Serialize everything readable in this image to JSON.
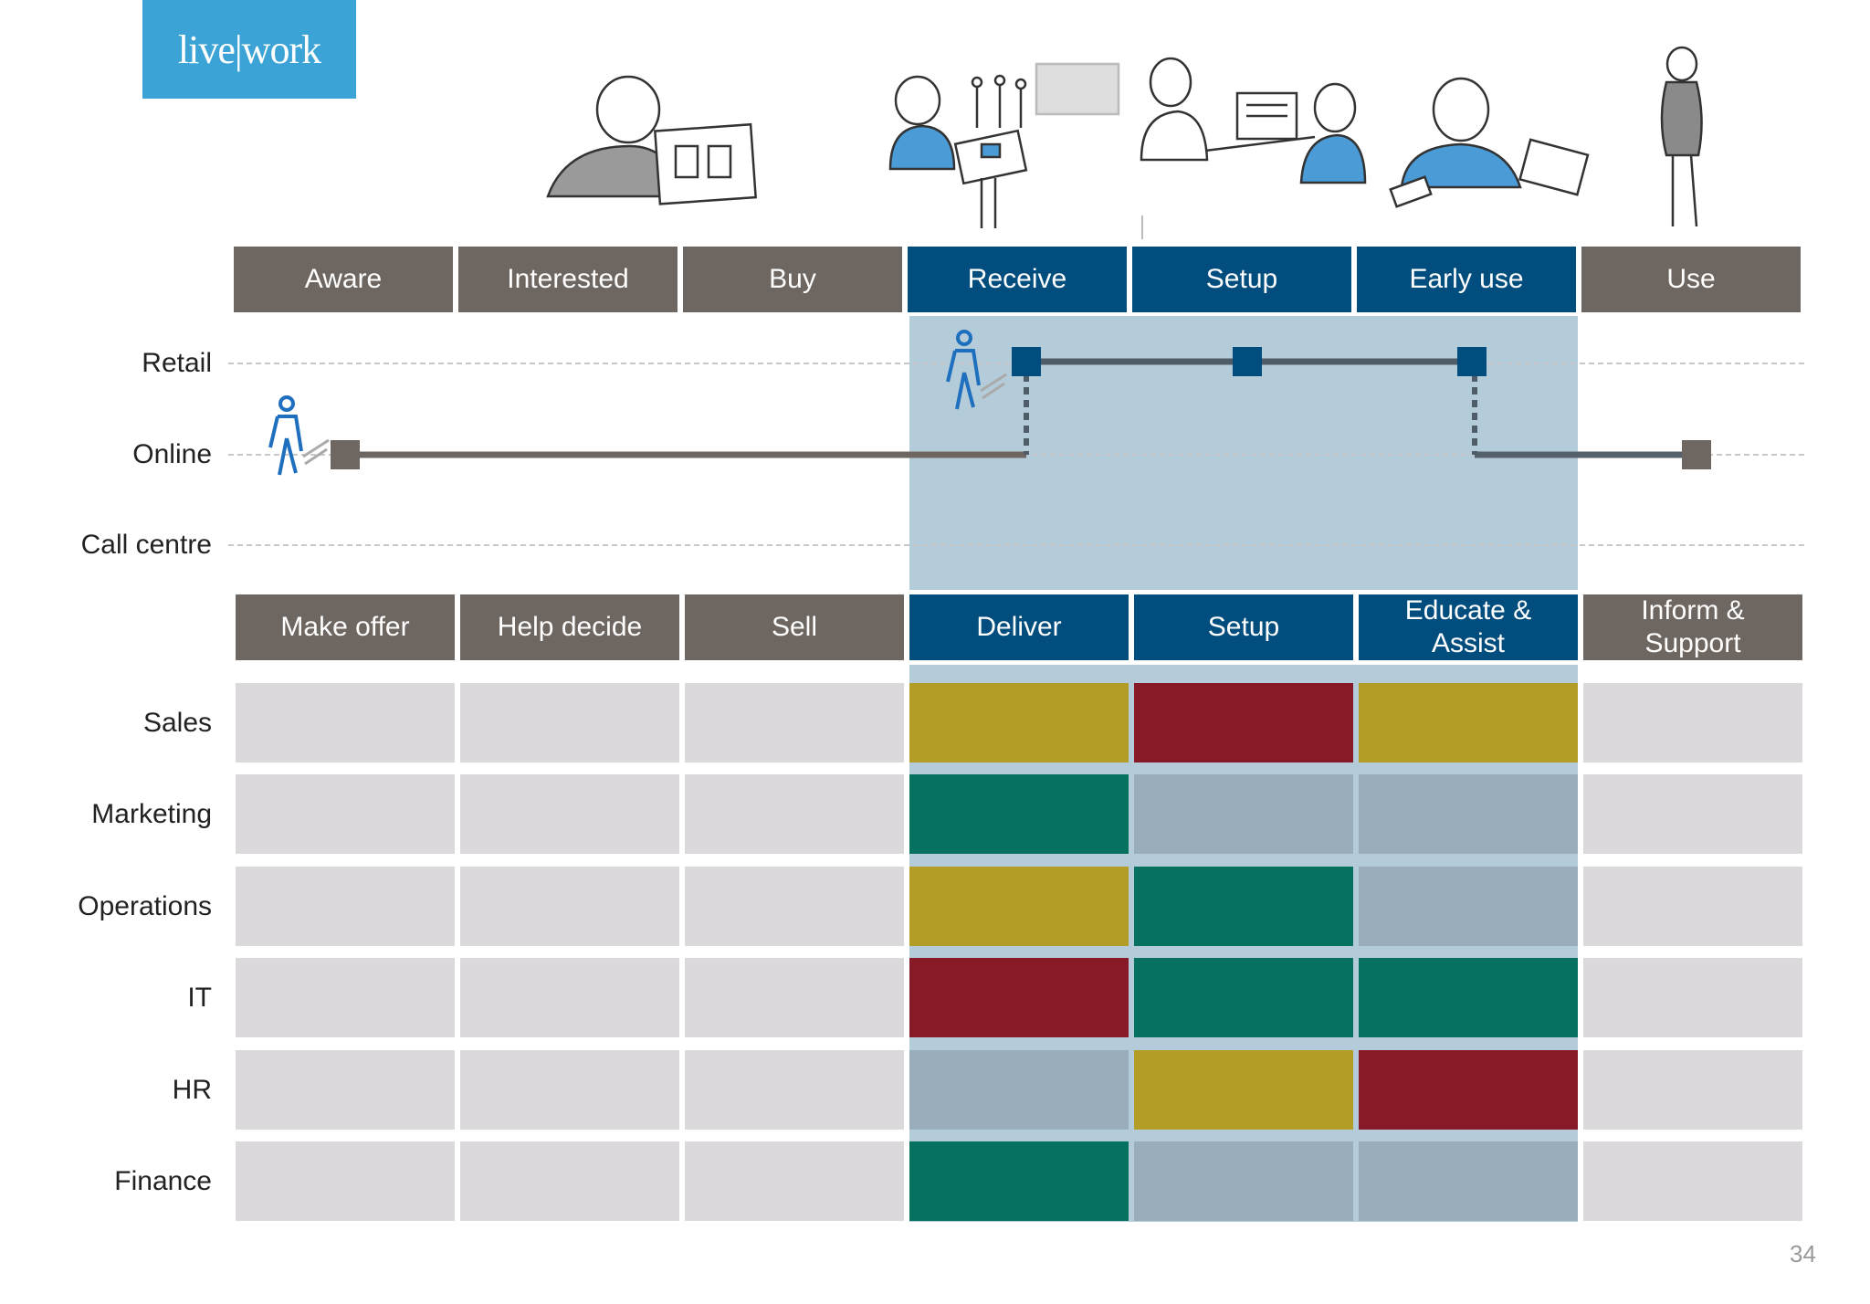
{
  "brand": {
    "logo_text": "live|work"
  },
  "page_number": "34",
  "stages": [
    "Aware",
    "Interested",
    "Buy",
    "Receive",
    "Setup",
    "Early use",
    "Use"
  ],
  "activities": [
    "Make offer",
    "Help decide",
    "Sell",
    "Deliver",
    "Setup",
    "Educate & Assist",
    "Inform & Support"
  ],
  "channels": [
    "Retail",
    "Online",
    "Call centre"
  ],
  "departments": [
    "Sales",
    "Marketing",
    "Operations",
    "IT",
    "HR",
    "Finance"
  ],
  "highlight_range": [
    3,
    5
  ],
  "colors": {
    "header_grey": "#6e6661",
    "header_blue": "#014d7d",
    "highlight": "#b4ccd9",
    "empty": "#dbd9dc",
    "yellow": "#b39d26",
    "red": "#861a27",
    "green": "#06715e",
    "slate": "#9aadba"
  },
  "matrix": [
    [
      "empty",
      "empty",
      "empty",
      "yellow",
      "red",
      "yellow",
      "empty"
    ],
    [
      "empty",
      "empty",
      "empty",
      "green",
      "slate",
      "slate",
      "empty"
    ],
    [
      "empty",
      "empty",
      "empty",
      "yellow",
      "green",
      "slate",
      "empty"
    ],
    [
      "empty",
      "empty",
      "empty",
      "red",
      "green",
      "green",
      "empty"
    ],
    [
      "empty",
      "empty",
      "empty",
      "slate",
      "yellow",
      "red",
      "empty"
    ],
    [
      "empty",
      "empty",
      "empty",
      "green",
      "slate",
      "slate",
      "empty"
    ]
  ]
}
